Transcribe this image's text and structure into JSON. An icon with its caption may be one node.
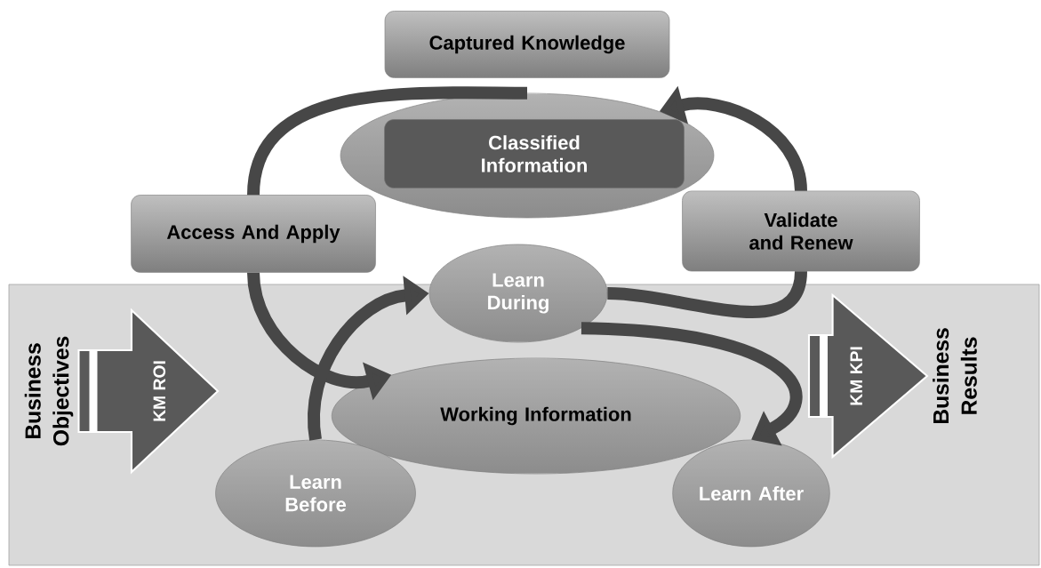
{
  "diagram": {
    "nodes": [
      {
        "text": [
          "Captured Knowledge"
        ]
      },
      {
        "text": [],
        "shape": "ellipse"
      },
      {
        "text": [
          "Classified Information"
        ],
        "in": 1
      },
      {
        "text": [
          "Access And Apply"
        ]
      },
      {
        "text": [
          "Validate and Renew"
        ]
      },
      {
        "text": [
          "Learn During"
        ]
      },
      {
        "text": [
          "Working Information"
        ]
      },
      {
        "text": [
          "Learn Before"
        ]
      },
      {
        "text": [
          "Learn After"
        ]
      },
      {
        "text": [
          "Business Objectives"
        ]
      },
      {
        "text": [
          "Business Results"
        ]
      }
    ],
    "edges": [
      {
        "from": 1,
        "to": 3,
        "arrow": "none"
      },
      {
        "from": 3,
        "to": 6,
        "arrow": "to"
      },
      {
        "from": 5,
        "to": 4,
        "arrow": "none"
      },
      {
        "from": 4,
        "to": 1,
        "arrow": "to"
      },
      {
        "from": 7,
        "to": 5,
        "arrow": "to"
      },
      {
        "from": 5,
        "to": 8,
        "arrow": "to"
      },
      {
        "from": 9,
        "to": null,
        "arrow": "to",
        "label": "KM ROI",
        "style": "thick"
      },
      {
        "from": null,
        "to": 10,
        "arrow": "to",
        "label": "KM KPI",
        "style": "thick"
      }
    ]
  }
}
